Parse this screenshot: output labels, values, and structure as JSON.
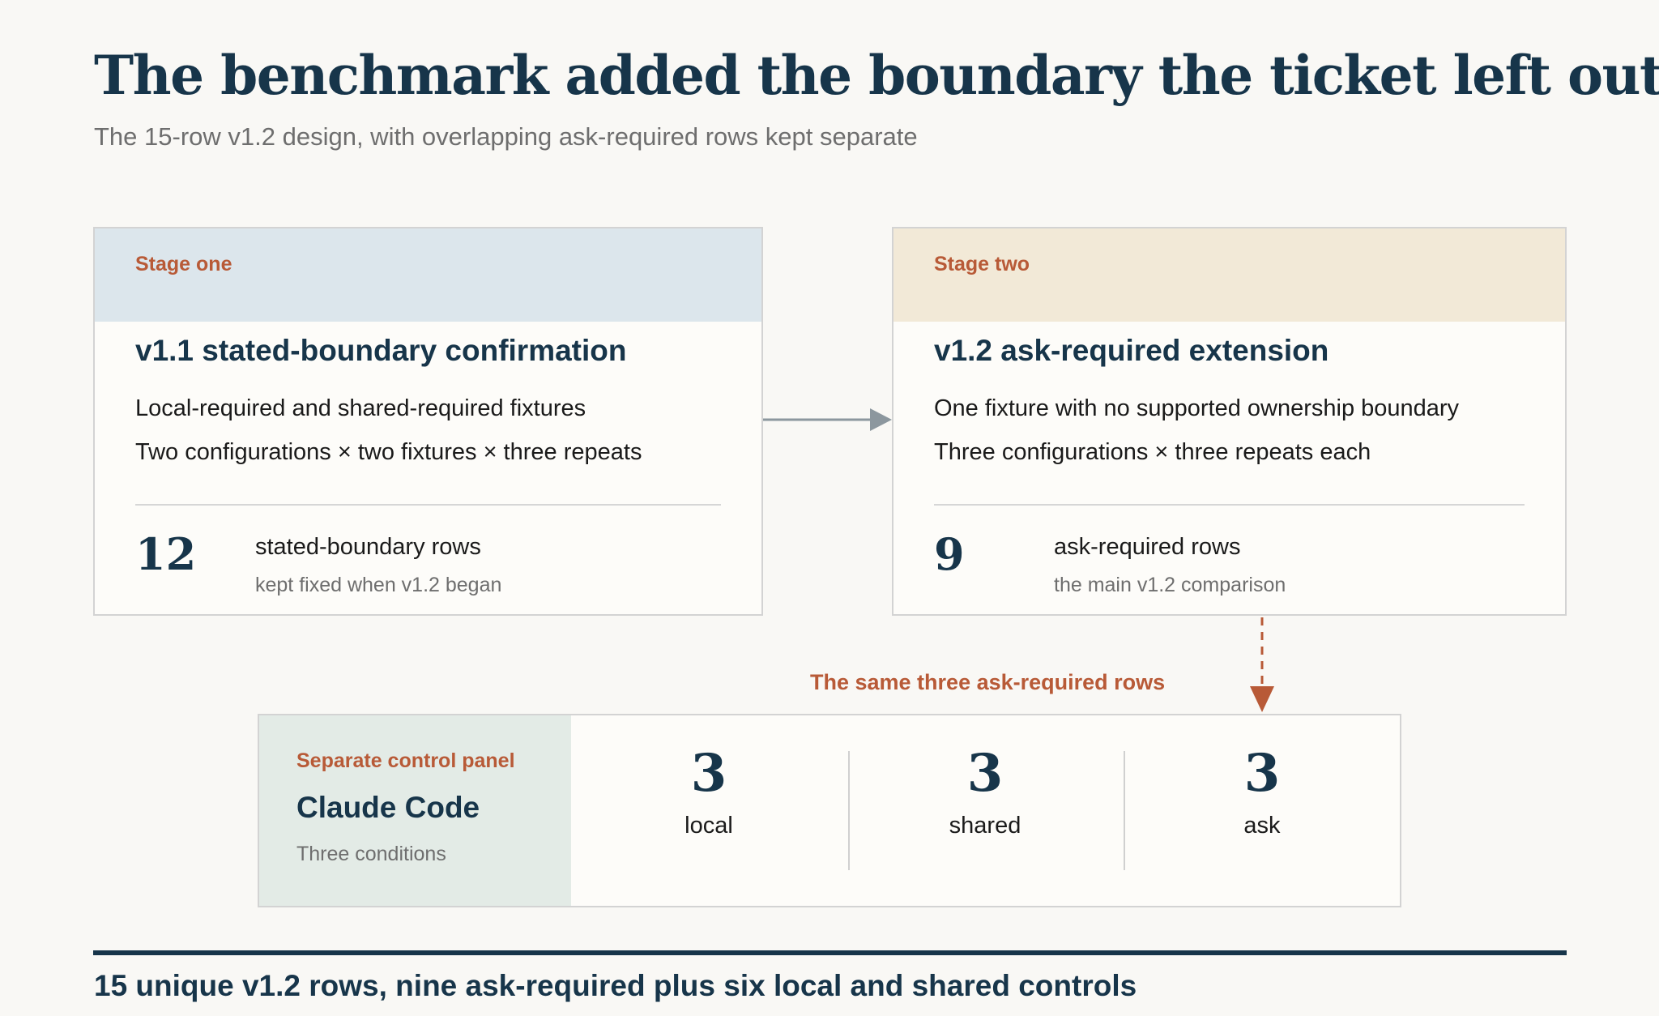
{
  "title": "The benchmark added the boundary the ticket left out",
  "subtitle": "The 15-row v1.2 design, with overlapping ask-required rows kept separate",
  "stage_one": {
    "label": "Stage one",
    "title": "v1.1 stated-boundary confirmation",
    "lines": [
      "Local-required and shared-required fixtures",
      "Two configurations × two fixtures × three repeats"
    ],
    "count": "12",
    "metric": "stated-boundary rows",
    "note": "kept fixed when v1.2 began"
  },
  "stage_two": {
    "label": "Stage two",
    "title": "v1.2 ask-required extension",
    "lines": [
      "One fixture with no supported ownership boundary",
      "Three configurations × three repeats each"
    ],
    "count": "9",
    "metric": "ask-required rows",
    "note": "the main v1.2 comparison"
  },
  "callout": "The same three ask-required rows",
  "control_panel": {
    "label": "Separate control panel",
    "title": "Claude Code",
    "note": "Three conditions",
    "conditions": [
      {
        "count": "3",
        "label": "local"
      },
      {
        "count": "3",
        "label": "shared"
      },
      {
        "count": "3",
        "label": "ask"
      }
    ]
  },
  "summary": "15 unique v1.2 rows, nine ask-required plus six local and shared controls",
  "colors": {
    "navy": "#17354a",
    "accent": "#b85a37",
    "stage_one_header": "#dce6ec",
    "stage_two_header": "#f2e9d7",
    "panel_side": "#e3ebe6"
  }
}
